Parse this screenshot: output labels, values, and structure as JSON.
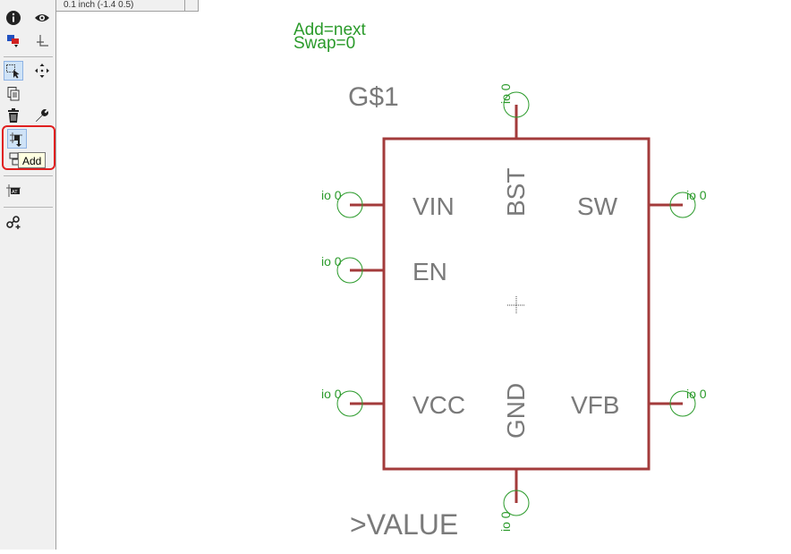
{
  "status": {
    "grid_coords": "0.1 inch (-1.4 0.5)",
    "command_value": ""
  },
  "toolbar": {
    "tools": [
      {
        "icon": "info-icon"
      },
      {
        "icon": "eye-icon"
      },
      {
        "icon": "layer-display-icon"
      },
      {
        "icon": "mark-icon"
      },
      {
        "icon": "group-select-icon"
      },
      {
        "icon": "move-icon"
      },
      {
        "icon": "copy-icon"
      },
      {
        "icon": "delete-icon"
      },
      {
        "icon": "wrench-icon"
      },
      {
        "icon": "add-icon"
      },
      {
        "icon": "replace-icon"
      },
      {
        "icon": "attribute-icon"
      },
      {
        "icon": "route-icon"
      }
    ],
    "tooltip": "Add"
  },
  "canvas": {
    "info_line1": "Add=next",
    "info_line2": "Swap=0",
    "symbol_name": "G$1",
    "symbol_value": ">VALUE",
    "pins": [
      {
        "name": "VIN",
        "io": "io 0"
      },
      {
        "name": "EN",
        "io": "io 0"
      },
      {
        "name": "VCC",
        "io": "io 0"
      },
      {
        "name": "SW",
        "io": "io 0"
      },
      {
        "name": "VFB",
        "io": "io 0"
      },
      {
        "name": "BST",
        "io": "io 0"
      },
      {
        "name": "GND",
        "io": "io 0"
      }
    ],
    "colors": {
      "body": "#a33b3b",
      "pin_name": "#7a7a7a",
      "io_label": "#2a9a2a"
    }
  }
}
